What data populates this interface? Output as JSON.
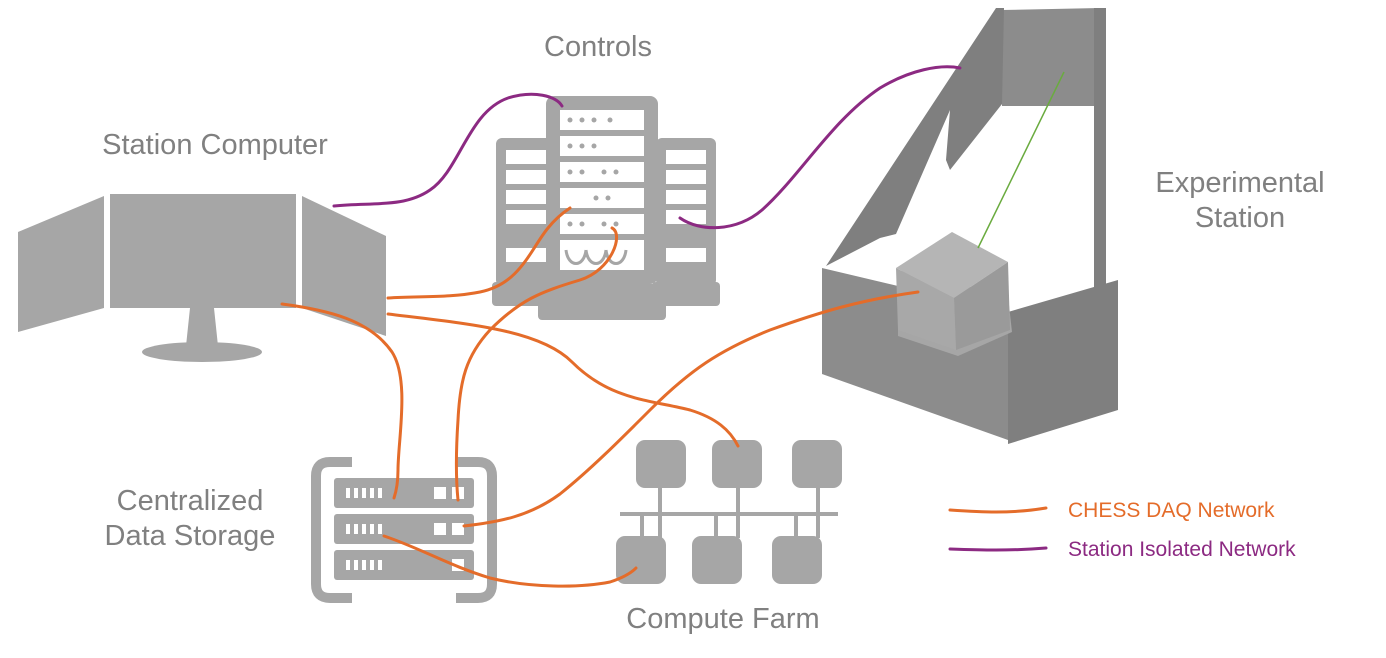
{
  "nodes": {
    "controls": "Controls",
    "station_computer": "Station Computer",
    "experimental_station": "Experimental\nStation",
    "centralized_storage": "Centralized\nData Storage",
    "compute_farm": "Compute Farm"
  },
  "legend": [
    {
      "label": "CHESS DAQ Network",
      "color": "#e46c2a"
    },
    {
      "label": "Station Isolated Network",
      "color": "#8c2a82"
    }
  ],
  "colors": {
    "icon_gray": "#a6a6a6",
    "icon_dark": "#7f7f7f",
    "label_gray": "#808080",
    "beam_green": "#6aab3f"
  }
}
